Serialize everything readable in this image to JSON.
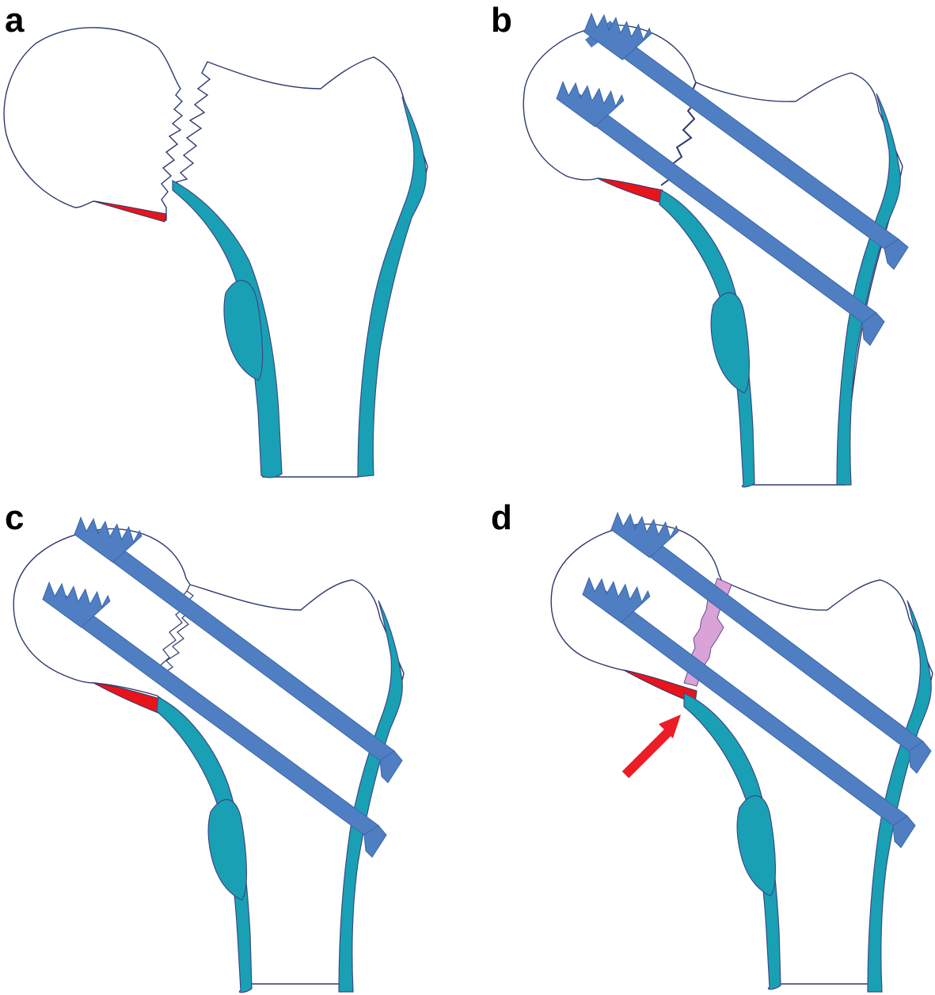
{
  "panels": [
    {
      "id": "a",
      "label": "a",
      "screws": "none",
      "fracture": "zigzag",
      "callus": false,
      "arrow": false
    },
    {
      "id": "b",
      "label": "b",
      "screws": "two-parallel",
      "fracture": "zigzag",
      "callus": false,
      "arrow": false
    },
    {
      "id": "c",
      "label": "c",
      "screws": "two-parallel",
      "fracture": "zigzag",
      "callus": false,
      "arrow": false
    },
    {
      "id": "d",
      "label": "d",
      "screws": "two-parallel",
      "fracture": "healed",
      "callus": true,
      "arrow": true
    }
  ],
  "colors": {
    "bone_outline": "#2e3a6e",
    "cortex": "#1aa0b4",
    "cortex_stroke": "#3b4a86",
    "screw": "#4f7fc2",
    "screw_stroke": "#3b66a8",
    "retinaculum": "#e8141c",
    "callus": "#d9a3d8",
    "arrow": "#ee1c24"
  }
}
